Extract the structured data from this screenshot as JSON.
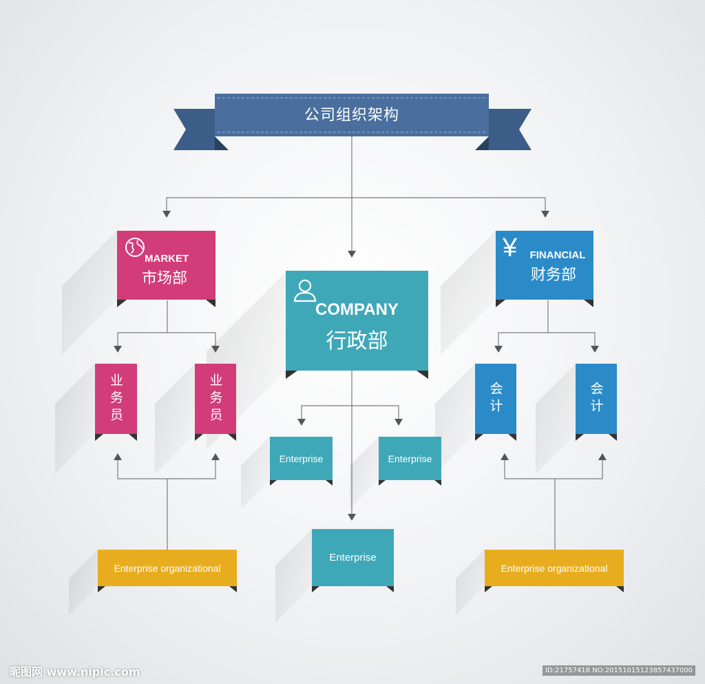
{
  "title": "公司组织架构",
  "colors": {
    "ribbon": "#4a6f9e",
    "market": "#d13c79",
    "company": "#3fa8b8",
    "financial": "#2b8bc9",
    "gold": "#e8ad1f",
    "connector": "#7a7a7a"
  },
  "market": {
    "icon": "globe-icon",
    "en": "MARKET",
    "zh": "市场部",
    "subs": [
      "业务员",
      "业务员"
    ]
  },
  "company": {
    "icon": "user-icon",
    "en": "COMPANY",
    "zh": "行政部",
    "subs": [
      "Enterprise",
      "Enterprise",
      "Enterprise"
    ]
  },
  "financial": {
    "icon": "yen-icon",
    "icon_glyph": "¥",
    "en": "FINANCIAL",
    "zh": "财务部",
    "subs": [
      "会计",
      "会计"
    ]
  },
  "bottom": [
    "Enterprise organizational",
    "Enterprise organizational"
  ],
  "watermark": {
    "left": "昵图网 www.nipic.com",
    "right": "ID:21757418 NO:20151015123857437000"
  }
}
